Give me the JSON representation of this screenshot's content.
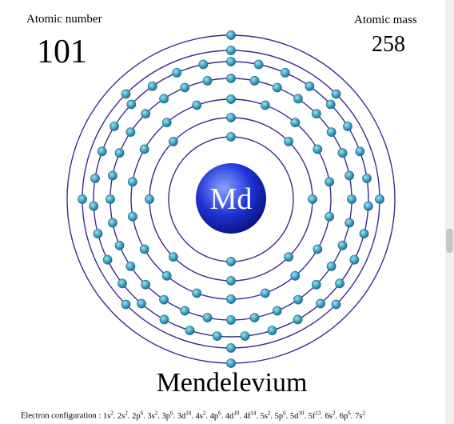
{
  "element": {
    "symbol": "Md",
    "name": "Mendelevium",
    "atomic_number_label": "Atomic number",
    "atomic_number": "101",
    "atomic_mass_label": "Atomic mass",
    "atomic_mass": "258"
  },
  "shells": [
    {
      "electrons": 2
    },
    {
      "electrons": 8
    },
    {
      "electrons": 18
    },
    {
      "electrons": 32
    },
    {
      "electrons": 31
    },
    {
      "electrons": 8
    },
    {
      "electrons": 2
    }
  ],
  "electron_configuration": {
    "label": "Electron configuration :",
    "terms": [
      {
        "orb": "1s",
        "n": "2"
      },
      {
        "orb": "2s",
        "n": "2"
      },
      {
        "orb": "2p",
        "n": "6"
      },
      {
        "orb": "3s",
        "n": "2"
      },
      {
        "orb": "3p",
        "n": "6"
      },
      {
        "orb": "3d",
        "n": "10"
      },
      {
        "orb": "4s",
        "n": "2"
      },
      {
        "orb": "4p",
        "n": "6"
      },
      {
        "orb": "4d",
        "n": "10"
      },
      {
        "orb": "4f",
        "n": "14"
      },
      {
        "orb": "5s",
        "n": "2"
      },
      {
        "orb": "5p",
        "n": "6"
      },
      {
        "orb": "5d",
        "n": "10"
      },
      {
        "orb": "5f",
        "n": "13"
      },
      {
        "orb": "6s",
        "n": "2"
      },
      {
        "orb": "6p",
        "n": "6"
      },
      {
        "orb": "7s",
        "n": "2"
      }
    ]
  },
  "colors": {
    "orbit": "#3a2d8a",
    "electron": "#4aa8c8",
    "electron_dark": "#1d6a87",
    "nucleus_light": "#6f8cff",
    "nucleus_dark": "#0a14a0"
  }
}
